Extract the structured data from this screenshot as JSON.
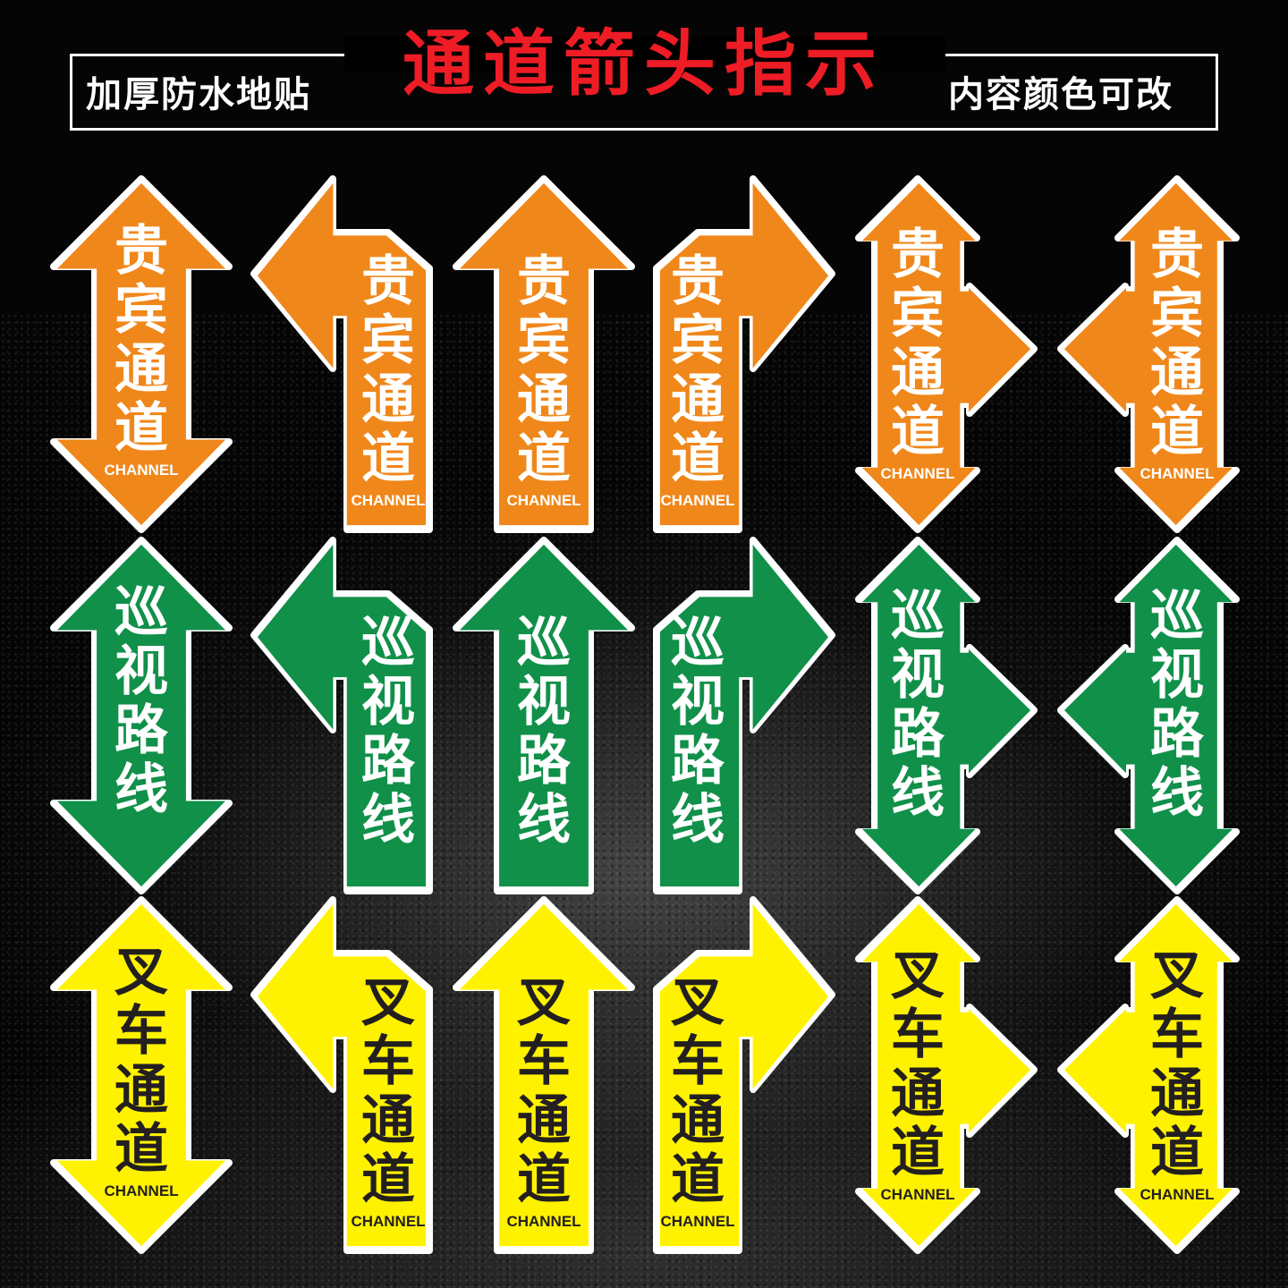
{
  "header": {
    "title": "通道箭头指示",
    "left_label": "加厚防水地贴",
    "right_label": "内容颜色可改"
  },
  "colors": {
    "title_red": "#ee1c25",
    "orange": "#f0871a",
    "green": "#11904a",
    "yellow": "#fff200",
    "outline": "#ffffff",
    "text_light": "#ffffff",
    "text_dark": "#231f20"
  },
  "rows": [
    {
      "color": "#f0871a",
      "text_color": "#ffffff",
      "chars": [
        "贵",
        "宾",
        "通",
        "道"
      ],
      "caption": "CHANNEL"
    },
    {
      "color": "#11904a",
      "text_color": "#ffffff",
      "chars": [
        "巡",
        "视",
        "路",
        "线"
      ],
      "caption": ""
    },
    {
      "color": "#fff200",
      "text_color": "#231f20",
      "chars": [
        "叉",
        "车",
        "通",
        "道"
      ],
      "caption": "CHANNEL"
    }
  ],
  "arrow_types": [
    "up-down",
    "turn-left",
    "straight-up",
    "turn-right",
    "up-down-right",
    "up-down-left"
  ]
}
